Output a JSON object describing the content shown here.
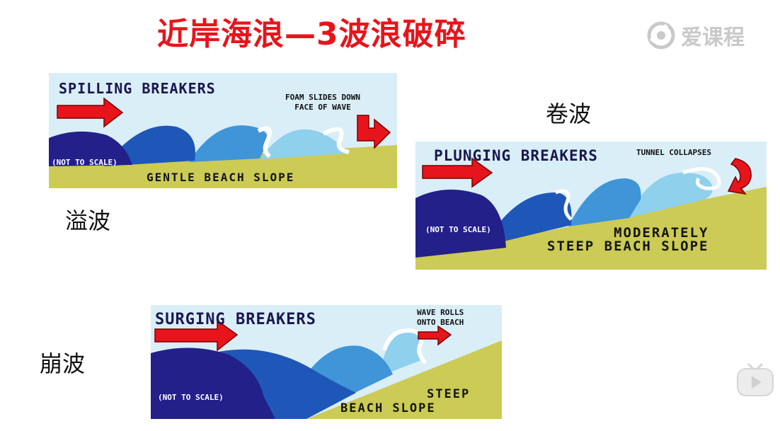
{
  "slide": {
    "title": "近岸海浪—3波浪破碎",
    "watermark": {
      "icon": "aikecheng-logo-icon",
      "text": "爱课程"
    },
    "labels": {
      "spilling": "溢波",
      "plunging": "卷波",
      "surging": "崩波"
    }
  },
  "panels": {
    "spilling": {
      "title": "SPILLING BREAKERS",
      "note": "FOAM SLIDES DOWN\nFACE OF WAVE",
      "scale": "(NOT TO SCALE)",
      "slope": "GENTLE BEACH SLOPE"
    },
    "plunging": {
      "title": "PLUNGING BREAKERS",
      "note": "TUNNEL COLLAPSES",
      "scale": "(NOT TO SCALE)",
      "slope": "MODERATELY\nSTEEP BEACH SLOPE"
    },
    "surging": {
      "title": "SURGING BREAKERS",
      "note": "WAVE ROLLS\nONTO BEACH",
      "scale": "(NOT TO SCALE)",
      "slope_line1": "STEEP",
      "slope_line2": "BEACH SLOPE"
    }
  },
  "colors": {
    "title_red": "#e8141b",
    "arrow_red": "#e8141b",
    "sky": "#d9eef7",
    "deep_blue": "#23208a",
    "mid_blue": "#1f57b8",
    "light_blue": "#3f95d8",
    "pale_blue": "#8fd0ec",
    "sand": "#cbcb55",
    "foam": "#ffffff"
  },
  "video_controls": {
    "play_icon": "play-icon"
  }
}
